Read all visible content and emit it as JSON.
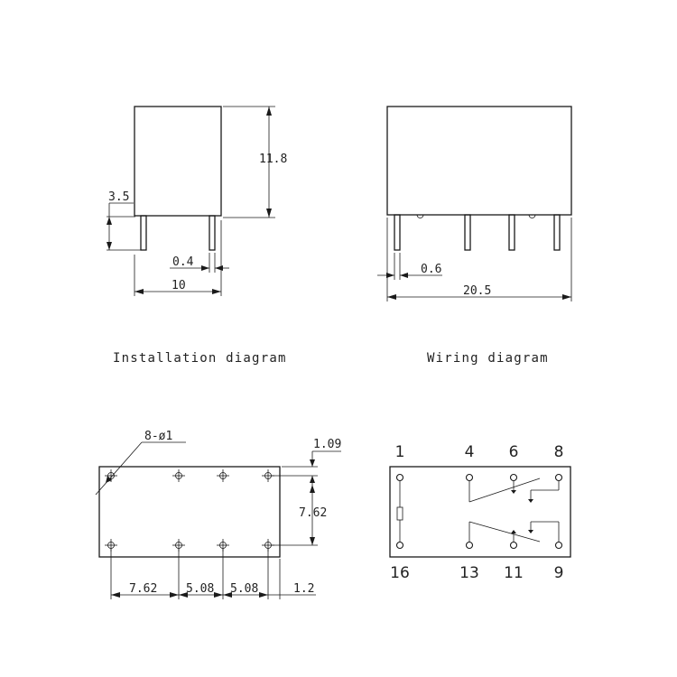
{
  "captions": {
    "installation": "Installation diagram",
    "wiring": "Wiring diagram"
  },
  "side_view": {
    "height_label": "11.8",
    "pin_length_label": "3.5",
    "pin_width_label": "0.4",
    "width_label": "10"
  },
  "front_view": {
    "pin_width_label": "0.6",
    "length_label": "20.5"
  },
  "pcb_layout": {
    "hole_label": "8-ø1",
    "offset_label": "1.09",
    "row_pitch_label": "7.62",
    "col_labels": [
      "7.62",
      "5.08",
      "5.08",
      "1.2"
    ]
  },
  "wiring": {
    "top_pins": [
      "1",
      "4",
      "6",
      "8"
    ],
    "bottom_pins": [
      "16",
      "13",
      "11",
      "9"
    ]
  }
}
